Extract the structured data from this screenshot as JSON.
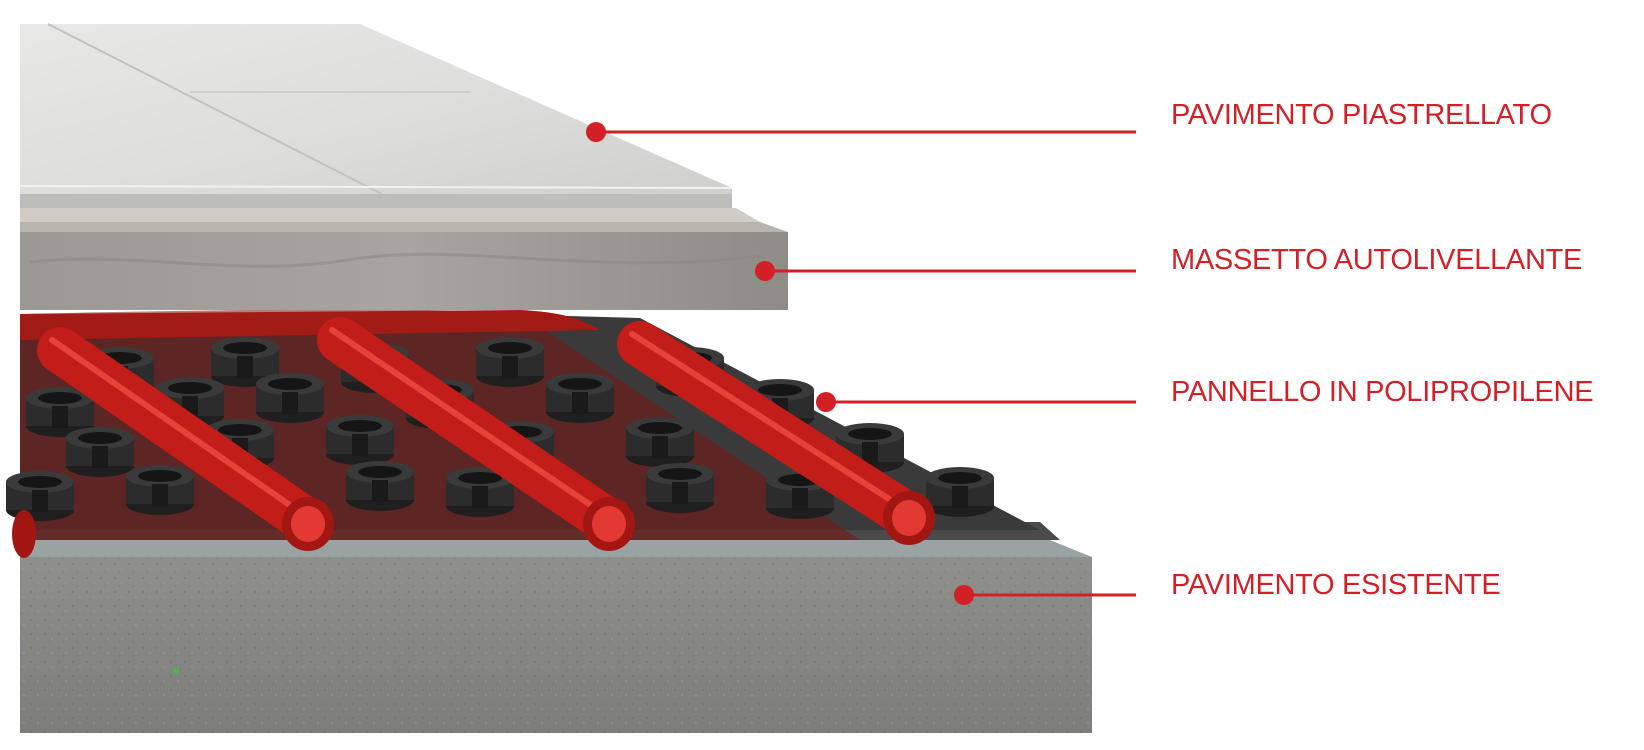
{
  "accent_color": "#d31f26",
  "layers": [
    {
      "label": "PAVIMENTO PIASTRELLATO",
      "icon": "tiled-floor-layer"
    },
    {
      "label": "MASSETTO AUTOLIVELLANTE",
      "icon": "self-leveling-screed-layer"
    },
    {
      "label": "PANNELLO IN POLIPROPILENE",
      "icon": "polypropylene-panel-with-red-pipes"
    },
    {
      "label": "PAVIMENTO ESISTENTE",
      "icon": "existing-concrete-floor-layer"
    }
  ]
}
